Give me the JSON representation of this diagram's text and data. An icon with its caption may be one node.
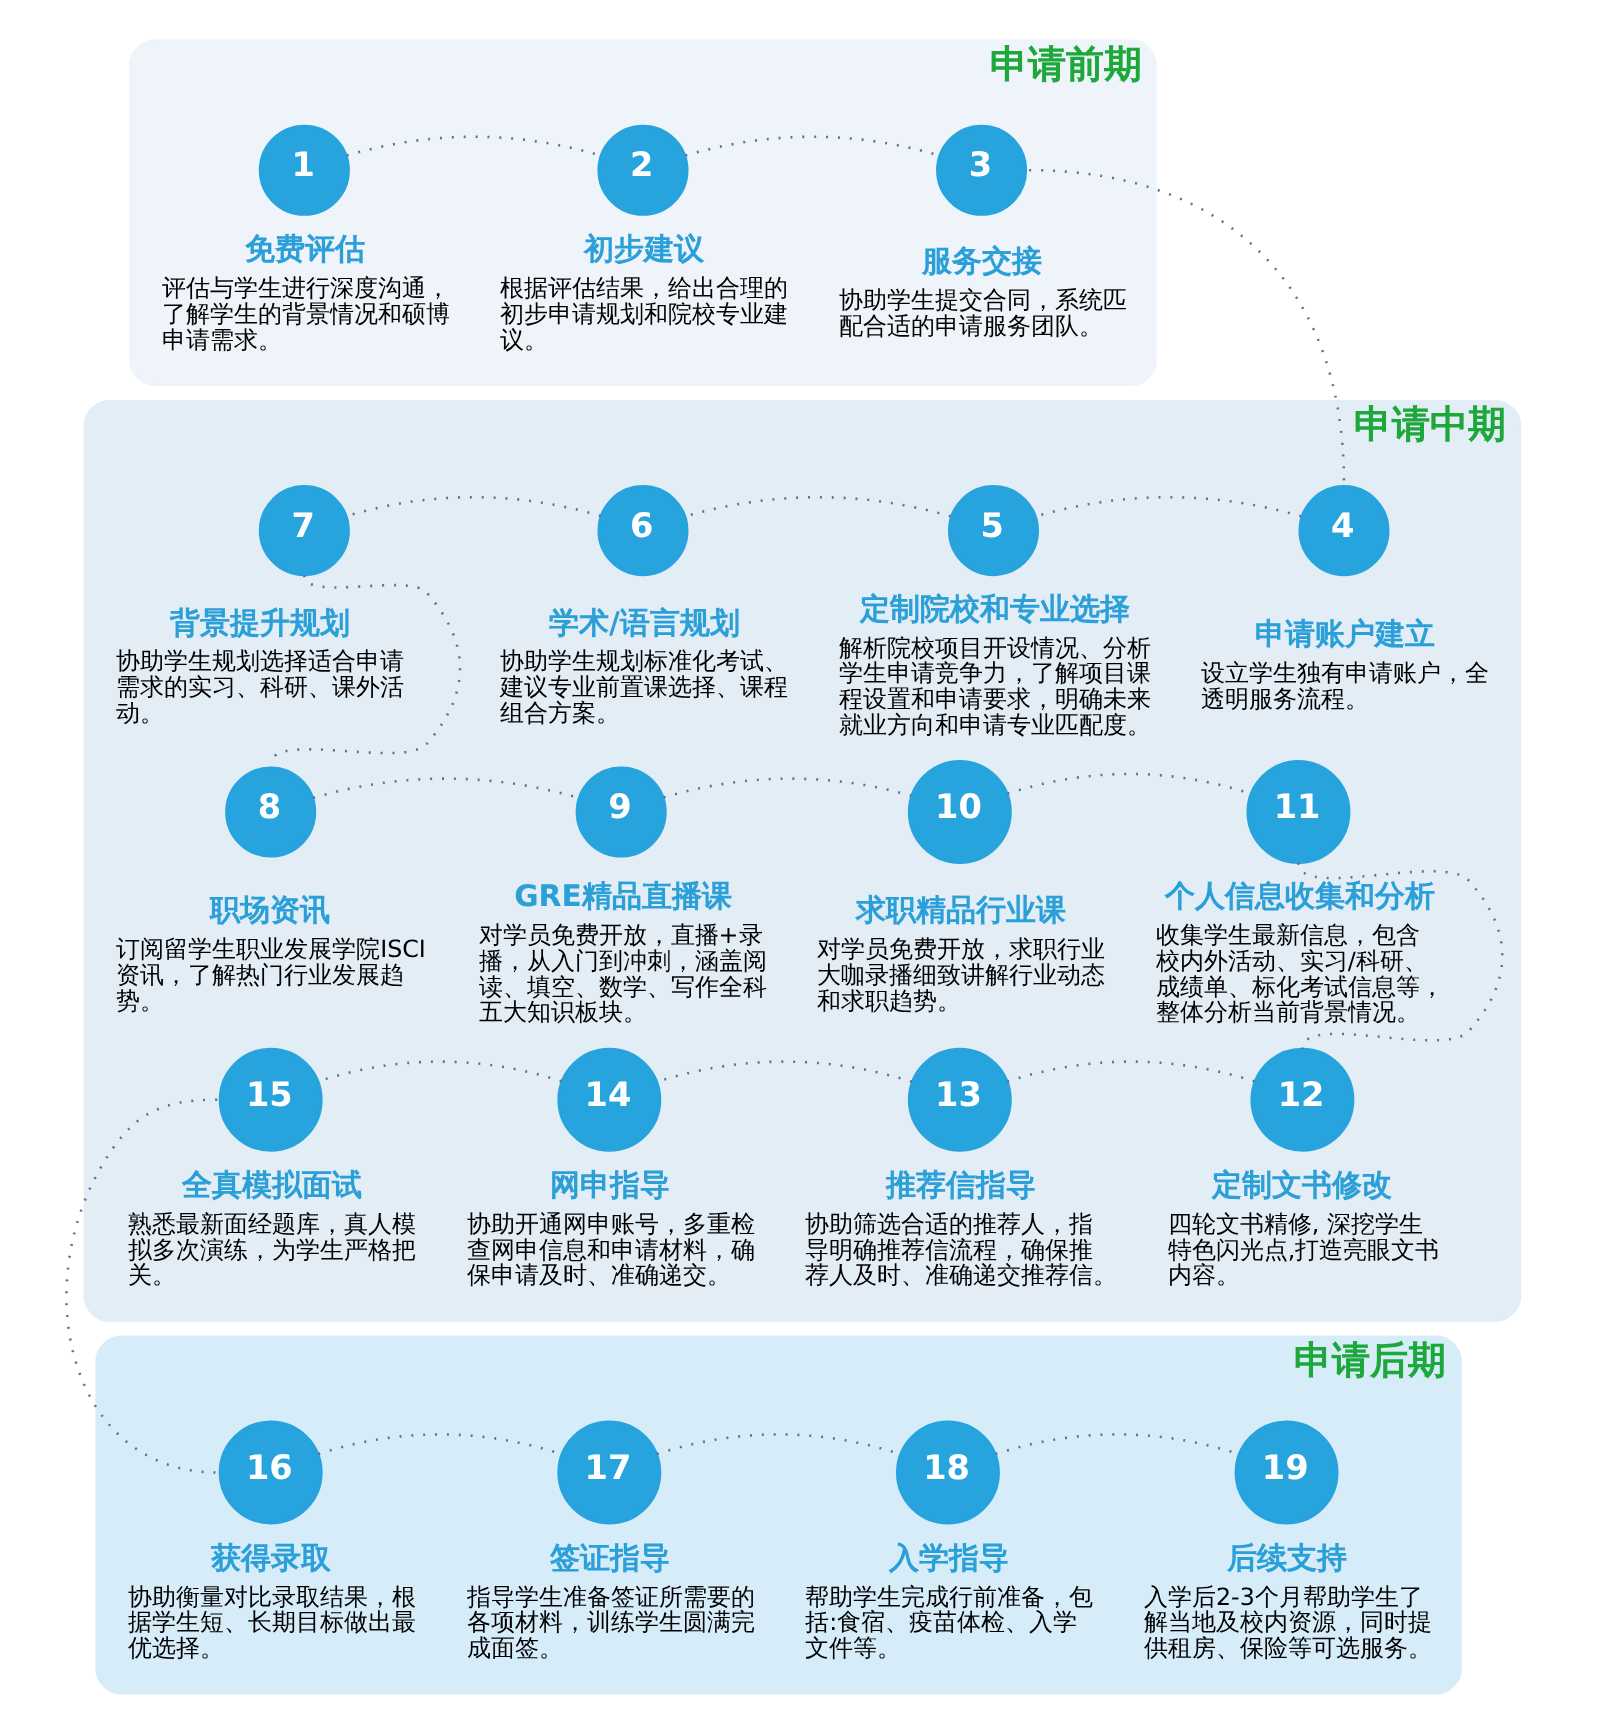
{
  "diagram": {
    "nodes": [
      {
        "text": [
          "申请前期"
        ]
      },
      {
        "text": [
          "1"
        ],
        "in": 0,
        "beside": [
          "免费评估",
          "评估与学生进行深度沟通，了解学生的背景情况和硕博申请需求。"
        ]
      },
      {
        "text": [
          "2"
        ],
        "in": 0,
        "beside": [
          "初步建议",
          "根据评估结果，给出合理的初步申请规划和院校专业建议。"
        ]
      },
      {
        "text": [
          "3"
        ],
        "in": 0,
        "beside": [
          "服务交接",
          "协助学生提交合同，系统匹配合适的申请服务团队。"
        ]
      },
      {
        "text": [
          "申请中期"
        ]
      },
      {
        "text": [
          "4"
        ],
        "in": 4,
        "beside": [
          "申请账户建立",
          "设立学生独有申请账户，全透明服务流程。"
        ]
      },
      {
        "text": [
          "5"
        ],
        "in": 4,
        "beside": [
          "定制院校和专业选择",
          "解析院校项目开设情况、分析学生申请竞争力，了解项目课程设置和申请要求，明确未来就业方向和申请专业匹配度。"
        ]
      },
      {
        "text": [
          "6"
        ],
        "in": 4,
        "beside": [
          "学术/语言规划",
          "协助学生规划标准化考试、建议专业前置课选择、课程组合方案。"
        ]
      },
      {
        "text": [
          "7"
        ],
        "in": 4,
        "beside": [
          "背景提升规划",
          "协助学生规划选择适合申请需求的实习、科研、课外活动。"
        ]
      },
      {
        "text": [
          "8"
        ],
        "in": 4,
        "beside": [
          "职场资讯",
          "订阅留学生职业发展学院ISCI资讯，了解热门行业发展趋势。"
        ]
      },
      {
        "text": [
          "9"
        ],
        "in": 4,
        "beside": [
          "GRE精品直播课",
          "对学员免费开放，直播+录播，从入门到冲刺，涵盖阅读、填空、数学、写作全科五大知识板块。"
        ]
      },
      {
        "text": [
          "10"
        ],
        "in": 4,
        "beside": [
          "求职精品行业课",
          "对学员免费开放，求职行业大咖录播细致讲解行业动态和求职趋势。"
        ]
      },
      {
        "text": [
          "11"
        ],
        "in": 4,
        "beside": [
          "个人信息收集和分析",
          "收集学生最新信息，包含校内外活动、实习/科研、成绩单、标化考试信息等，整体分析当前背景情况。"
        ]
      },
      {
        "text": [
          "12"
        ],
        "in": 4,
        "beside": [
          "定制文书修改",
          "四轮文书精修, 深挖学生特色闪光点,打造亮眼文书内容。"
        ]
      },
      {
        "text": [
          "13"
        ],
        "in": 4,
        "beside": [
          "推荐信指导",
          "协助筛选合适的推荐人，指导明确推荐信流程，确保推荐人及时、准确递交推荐信。"
        ]
      },
      {
        "text": [
          "14"
        ],
        "in": 4,
        "beside": [
          "网申指导",
          "协助开通网申账号，多重检查网申信息和申请材料，确保申请及时、准确递交。"
        ]
      },
      {
        "text": [
          "15"
        ],
        "in": 4,
        "beside": [
          "全真模拟面试",
          "熟悉最新面经题库，真人模拟多次演练，为学生严格把关。"
        ]
      },
      {
        "text": [
          "申请后期"
        ]
      },
      {
        "text": [
          "16"
        ],
        "in": 17,
        "beside": [
          "获得录取",
          "协助衡量对比录取结果，根据学生短、长期目标做出最优选择。"
        ]
      },
      {
        "text": [
          "17"
        ],
        "in": 17,
        "beside": [
          "签证指导",
          "指导学生准备签证所需要的各项材料，训练学生圆满完成面签。"
        ]
      },
      {
        "text": [
          "18"
        ],
        "in": 17,
        "beside": [
          "入学指导",
          "帮助学生完成行前准备，包括:食宿、疫苗体检、入学文件等。"
        ]
      },
      {
        "text": [
          "19"
        ],
        "in": 17,
        "beside": [
          "后续支持",
          "入学后2-3个月帮助学生了解当地及校内资源，同时提供租房、保险等可选服务。"
        ]
      }
    ],
    "edges": [
      {
        "from": 1,
        "to": 2,
        "arrow": "none"
      },
      {
        "from": 2,
        "to": 3,
        "arrow": "none"
      },
      {
        "from": 3,
        "to": 5,
        "arrow": "none"
      },
      {
        "from": 5,
        "to": 6,
        "arrow": "none"
      },
      {
        "from": 6,
        "to": 7,
        "arrow": "none"
      },
      {
        "from": 7,
        "to": 8,
        "arrow": "none"
      },
      {
        "from": 8,
        "to": 9,
        "arrow": "none"
      },
      {
        "from": 9,
        "to": 10,
        "arrow": "none"
      },
      {
        "from": 10,
        "to": 11,
        "arrow": "none"
      },
      {
        "from": 11,
        "to": 12,
        "arrow": "none"
      },
      {
        "from": 12,
        "to": 13,
        "arrow": "none"
      },
      {
        "from": 13,
        "to": 14,
        "arrow": "none"
      },
      {
        "from": 14,
        "to": 15,
        "arrow": "none"
      },
      {
        "from": 15,
        "to": 16,
        "arrow": "none"
      },
      {
        "from": 16,
        "to": 18,
        "arrow": "none"
      },
      {
        "from": 18,
        "to": 19,
        "arrow": "none"
      },
      {
        "from": 19,
        "to": 20,
        "arrow": "none"
      },
      {
        "from": 20,
        "to": 21,
        "arrow": "none"
      }
    ]
  }
}
